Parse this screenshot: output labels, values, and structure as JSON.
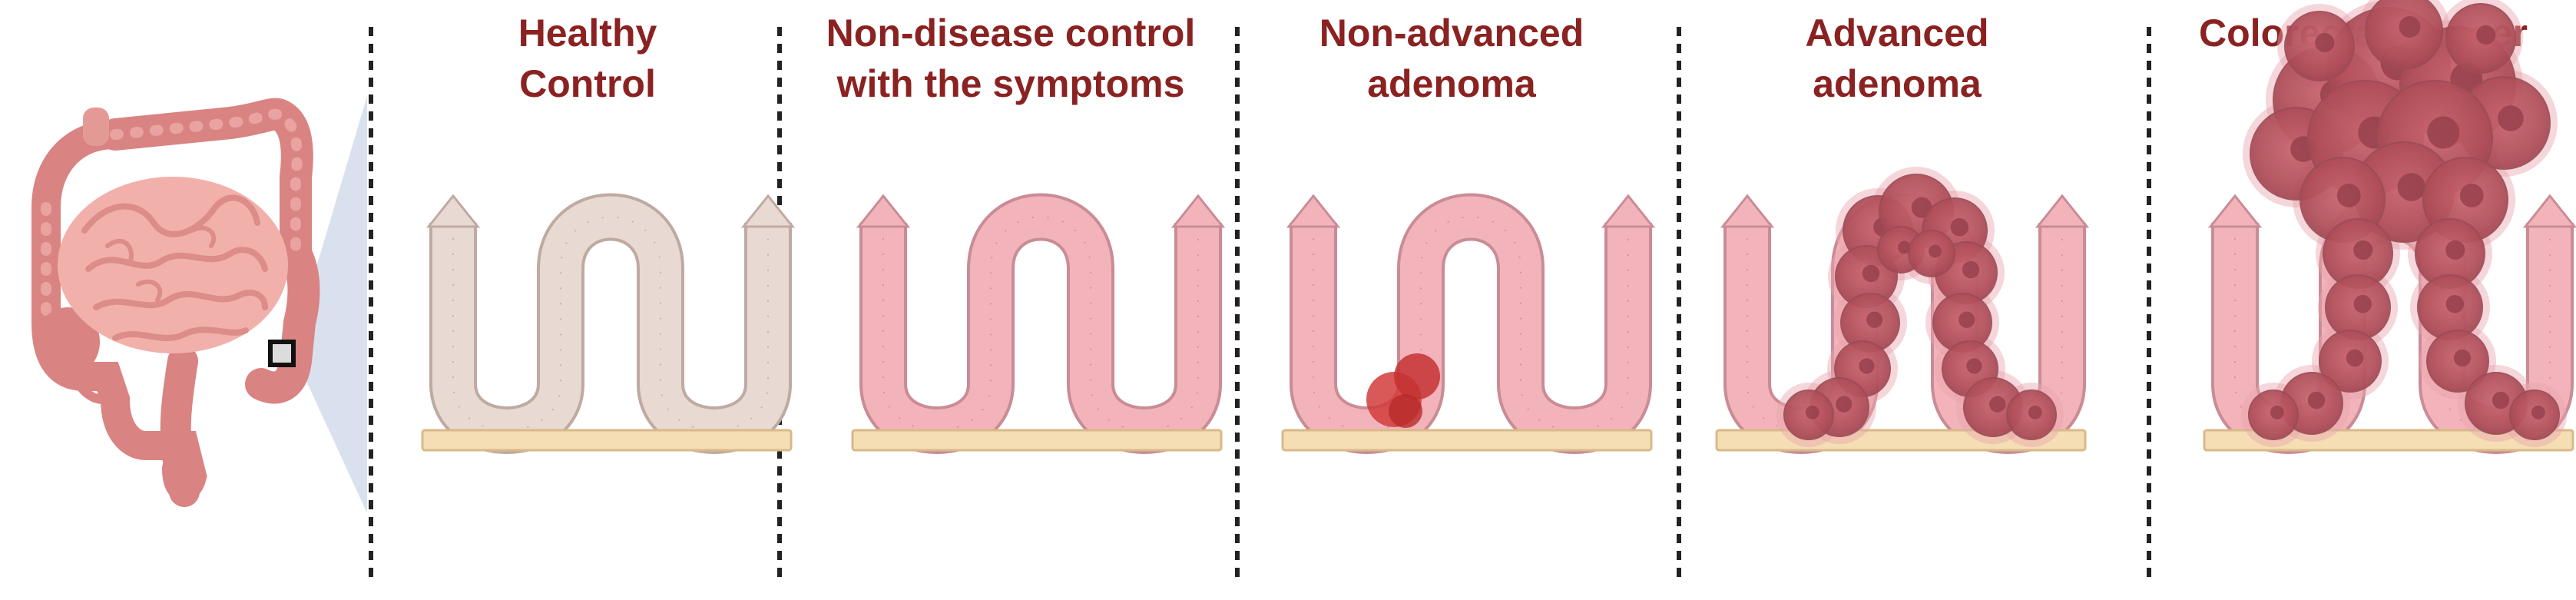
{
  "stages": [
    {
      "id": "healthy-control",
      "lines": [
        "Healthy",
        "Control"
      ]
    },
    {
      "id": "non-disease-control",
      "lines": [
        "Non-disease control",
        "with the symptoms"
      ]
    },
    {
      "id": "non-advanced-adenoma",
      "lines": [
        "Non-advanced",
        "adenoma"
      ]
    },
    {
      "id": "advanced-adenoma",
      "lines": [
        "Advanced",
        "adenoma"
      ]
    },
    {
      "id": "colorectal-cancer",
      "lines": [
        "Colorectal Cancer"
      ]
    }
  ],
  "colors": {
    "title": "#8b2222",
    "healthy_tissue": "#e8d9d2",
    "diseased_tissue": "#f3b3bb",
    "tissue_outline": "#c98c95",
    "basement": "#f5deb3",
    "lesion": "#b5525c",
    "polyp": "#d23b3b",
    "divider": "#222222",
    "zoom_wedge": "#d9e1ee",
    "intestine": "#e7918f"
  }
}
